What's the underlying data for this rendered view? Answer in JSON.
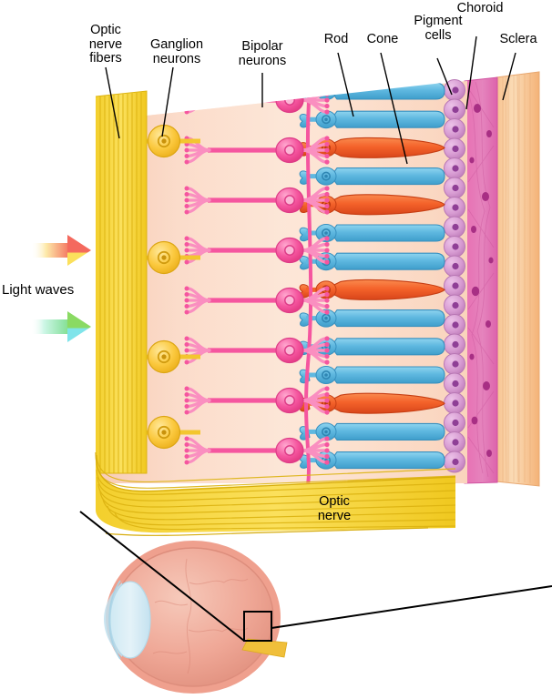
{
  "figure": {
    "title": "Retina cross-section with photoreceptors and neural layers",
    "labels": {
      "optic_nerve_fibers": "Optic\nnerve\nfibers",
      "ganglion_neurons": "Ganglion\nneurons",
      "bipolar_neurons": "Bipolar\nneurons",
      "rod": "Rod",
      "cone": "Cone",
      "pigment_cells": "Pigment\ncells",
      "choroid": "Choroid",
      "sclera": "Sclera",
      "light_waves": "Light waves",
      "optic_nerve": "Optic\nnerve"
    },
    "colors": {
      "nerve_fiber_yellow": "#f5d22d",
      "nerve_fiber_yellow_dark": "#e0b510",
      "ganglion_yellow": "#fbc83c",
      "bipolar_pink": "#f5569f",
      "bipolar_pink_light": "#fa8fc0",
      "rod_blue": "#5fb8e0",
      "rod_blue_dark": "#3e9ccb",
      "cone_orange": "#f4622a",
      "cone_orange_dark": "#d8491a",
      "pigment_lilac": "#d79bd2",
      "pigment_nucleus": "#8f3f96",
      "choroid_magenta": "#e272b4",
      "sclera_peach": "#f8c99a",
      "retina_bg_light": "#fde3d2",
      "retina_bg_mid": "#f8c3ac",
      "eye_globe": "#efa393",
      "eye_globe_light": "#f6c5b6",
      "lens_blue": "#b8dceb",
      "arrow_red": "#f4695e",
      "arrow_green": "#7fdc6a",
      "arrow_cyan": "#7fe4ea",
      "leader_line": "#000000"
    },
    "layers": [
      {
        "name": "optic-nerve-fiber-layer",
        "color": "#f5d22d"
      },
      {
        "name": "ganglion-cell-layer",
        "color": "#fbc83c"
      },
      {
        "name": "bipolar-cell-layer",
        "color": "#f5569f"
      },
      {
        "name": "photoreceptor-layer-rods",
        "color": "#5fb8e0"
      },
      {
        "name": "photoreceptor-layer-cones",
        "color": "#f4622a"
      },
      {
        "name": "pigment-epithelium",
        "color": "#d79bd2"
      },
      {
        "name": "choroid",
        "color": "#e272b4"
      },
      {
        "name": "sclera",
        "color": "#f8c99a"
      }
    ],
    "photoreceptor_rows": [
      "rod",
      "rod",
      "cone",
      "rod",
      "cone",
      "rod",
      "rod",
      "cone",
      "rod",
      "rod",
      "rod",
      "cone",
      "rod",
      "rod"
    ],
    "ganglion_cell_count": 4,
    "bipolar_cell_count": 8,
    "arrows": [
      {
        "name": "light-wave-arrow-top",
        "from": "#ffffff",
        "to": "#f4695e"
      },
      {
        "name": "light-wave-arrow-bottom",
        "from": "#e8fbff",
        "to": "#7fdc6a"
      }
    ]
  }
}
